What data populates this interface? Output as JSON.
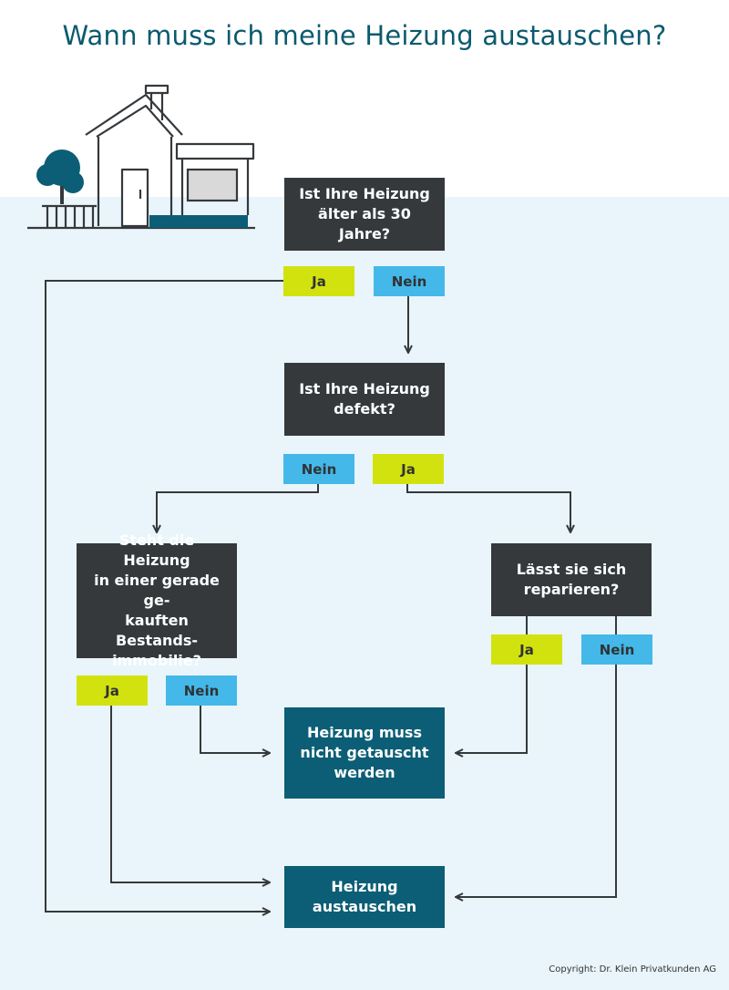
{
  "title": "Wann muss ich meine Heizung austauschen?",
  "colors": {
    "title": "#0a5a6e",
    "question_box": "#35393c",
    "result_box": "#0b5e75",
    "yes_tag": "#d2e20e",
    "no_tag": "#44b8e8",
    "lower_background": "#e9f5fa",
    "connector": "#35393c"
  },
  "questions": {
    "q1": "Ist Ihre Heizung\nälter als 30 Jahre?",
    "q2": "Ist Ihre Heizung\ndefekt?",
    "q3": "Steht die Heizung\nin einer gerade ge-\nkauften Bestands-\nimmobilie?",
    "q4": "Lässt sie sich\nreparieren?"
  },
  "answers": {
    "q1_ja": "Ja",
    "q1_nein": "Nein",
    "q2_nein": "Nein",
    "q2_ja": "Ja",
    "q3_ja": "Ja",
    "q3_nein": "Nein",
    "q4_ja": "Ja",
    "q4_nein": "Nein"
  },
  "results": {
    "keep": "Heizung muss\nnicht getauscht\nwerden",
    "replace": "Heizung\naustauschen"
  },
  "illustration": {
    "icon": "house-with-tree-icon"
  },
  "copyright": "Copyright: Dr. Klein Privatkunden AG"
}
